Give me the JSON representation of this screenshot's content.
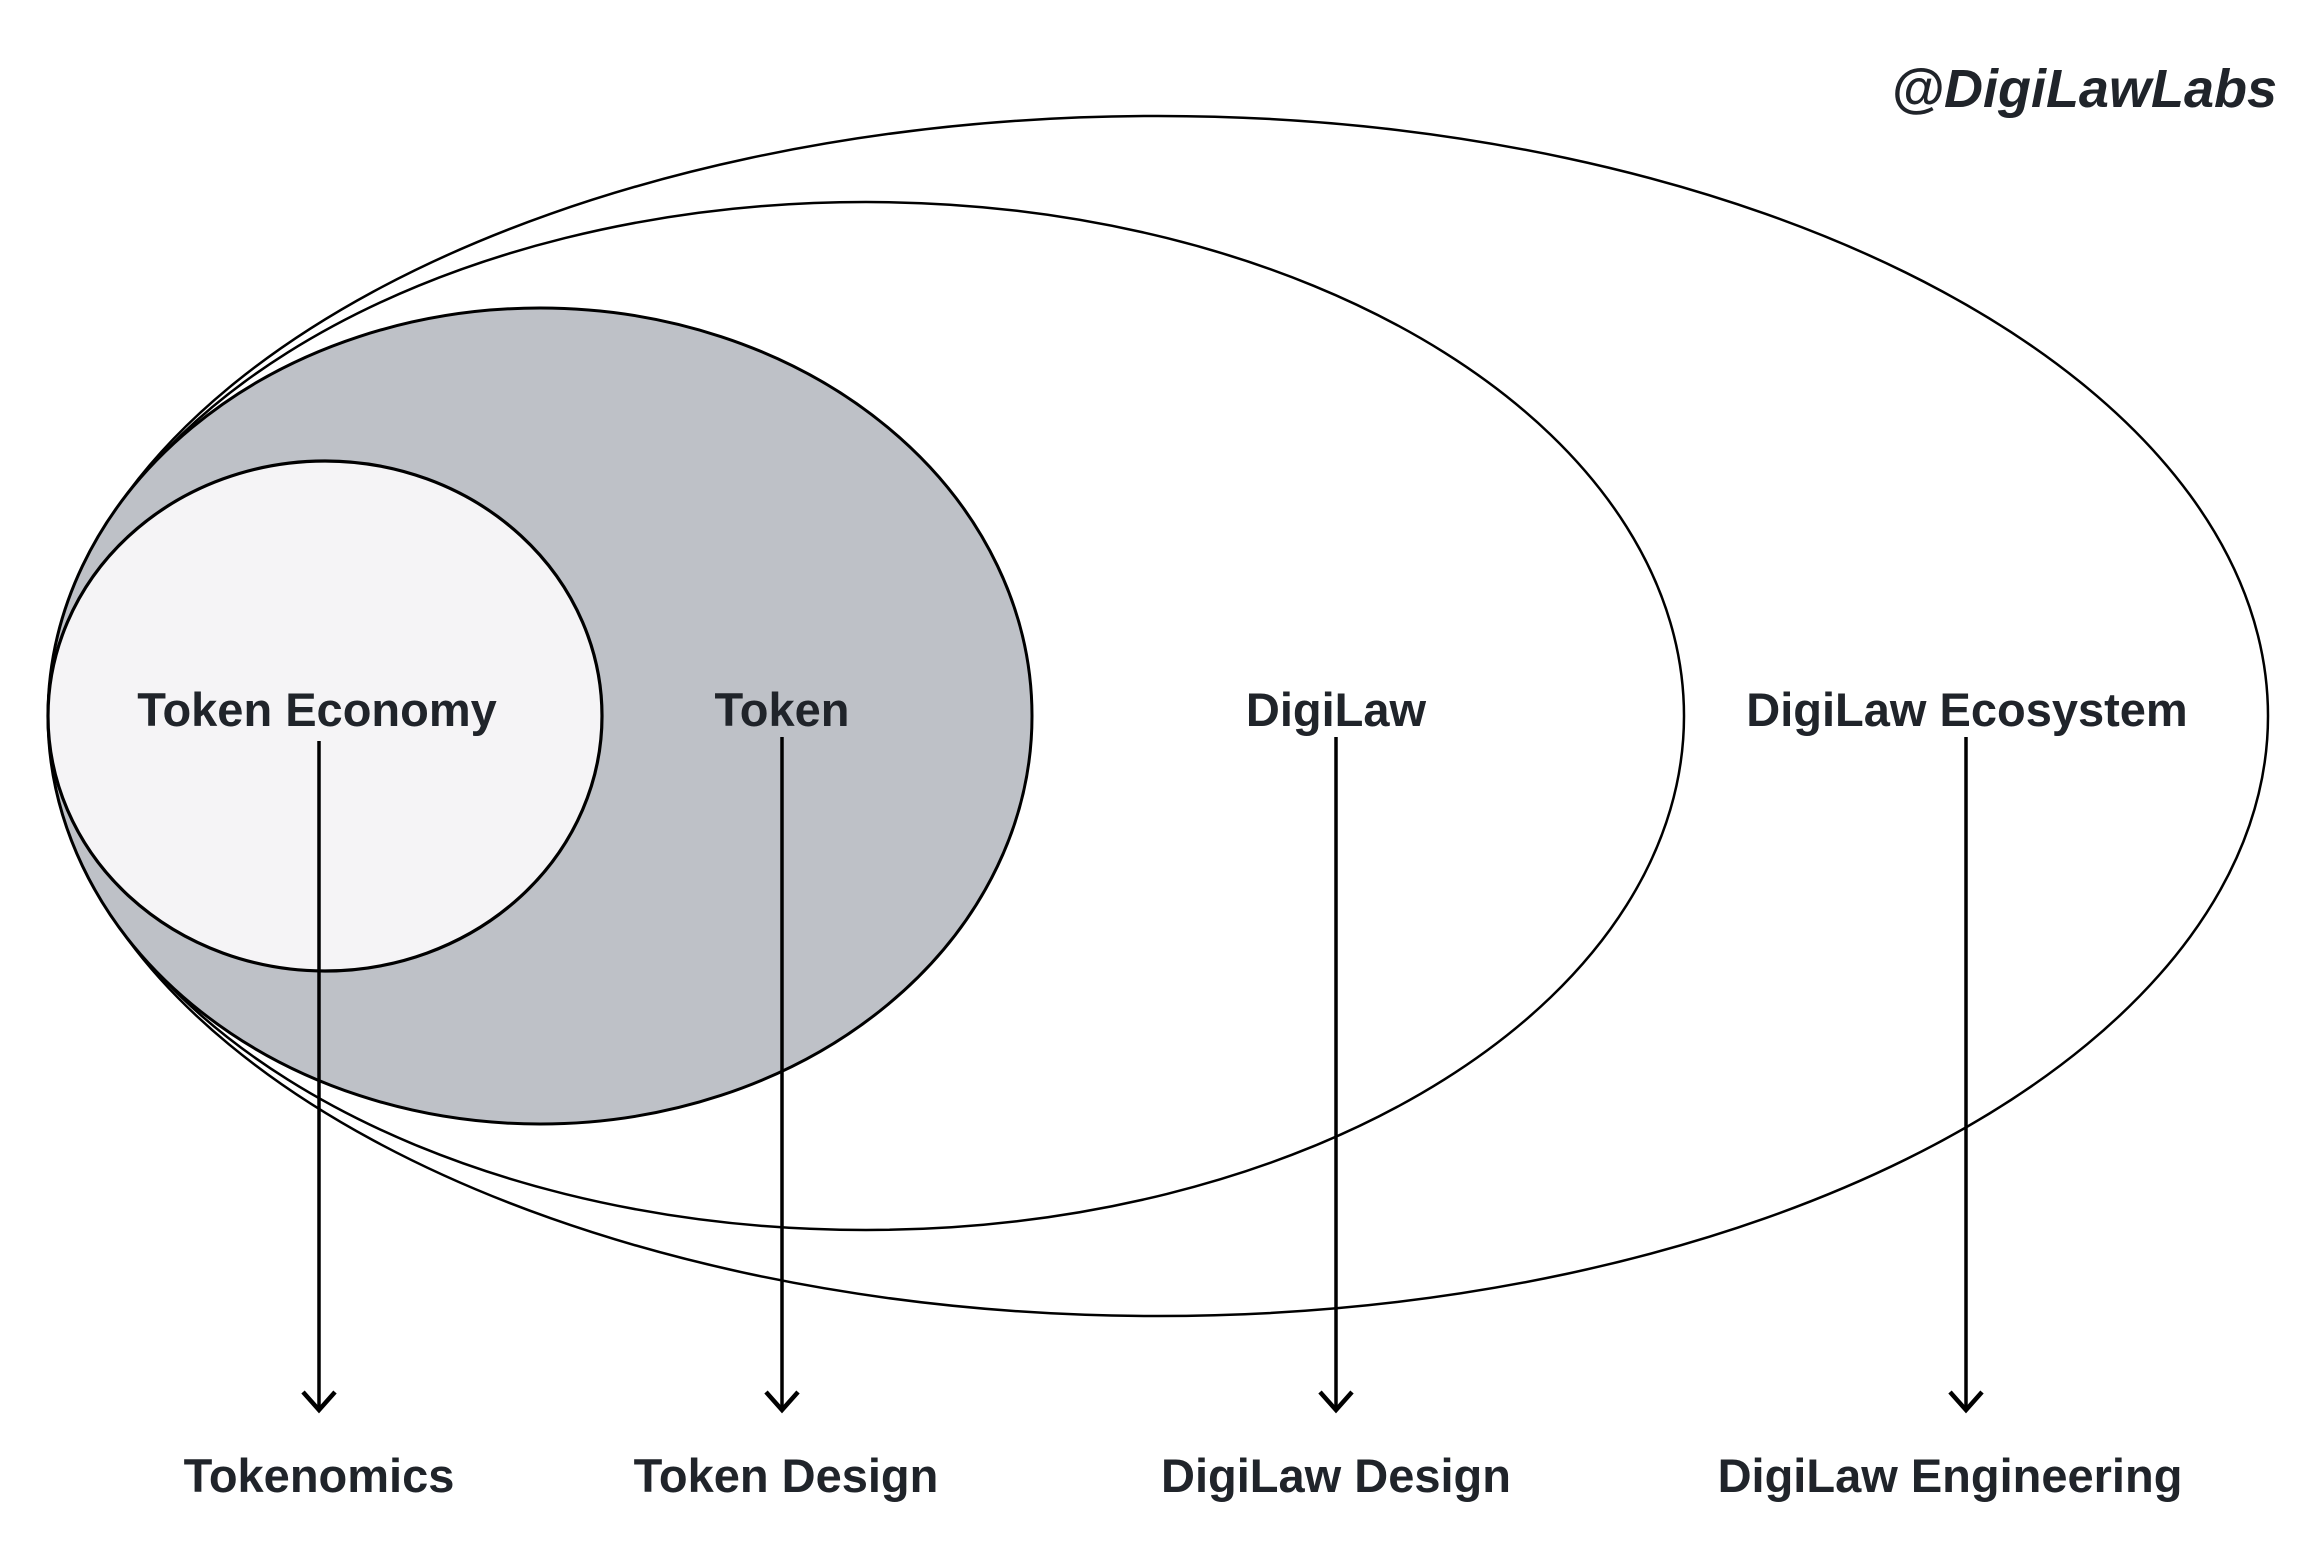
{
  "watermark": "@DigiLawLabs",
  "colors": {
    "background": "#ffffff",
    "outline": "#000000",
    "text": "#20242a",
    "inner_circle_fill": "#f5f4f6",
    "second_ring_fill": "#bec1c7",
    "outer_rings_fill": "#ffffff"
  },
  "diagram": {
    "type": "nested-ellipses",
    "description": "Four nested ellipses sharing a common left tangent point; each ring label maps by a downward arrow to a discipline label below.",
    "rings": [
      {
        "label": "Token Economy",
        "maps_to": "Tokenomics",
        "fill": "#f5f4f6"
      },
      {
        "label": "Token",
        "maps_to": "Token Design",
        "fill": "#bec1c7"
      },
      {
        "label": "DigiLaw",
        "maps_to": "DigiLaw Design",
        "fill": "#ffffff"
      },
      {
        "label": "DigiLaw Ecosystem",
        "maps_to": "DigiLaw Engineering",
        "fill": "#ffffff"
      }
    ]
  }
}
